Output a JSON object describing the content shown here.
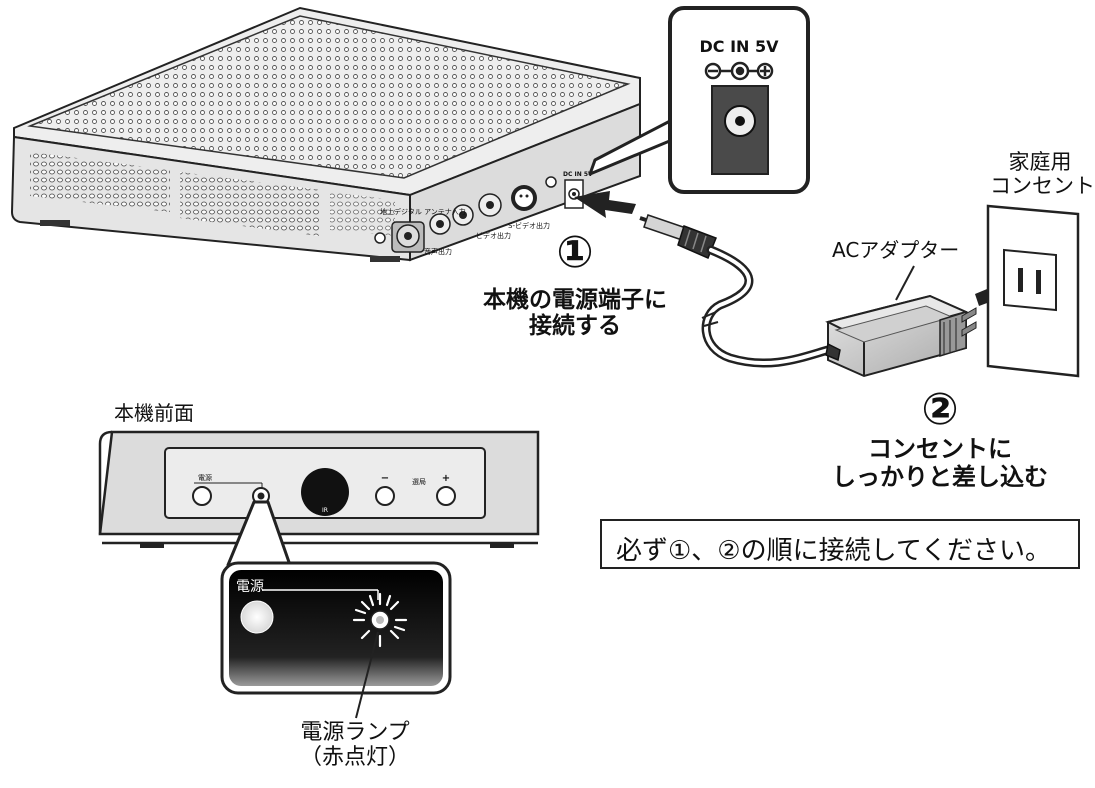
{
  "dc_jack_label": "DC IN 5V",
  "outlet_label": "家庭用\nコンセント",
  "adapter_label": "ACアダプター",
  "step1": {
    "number": "①",
    "text": "本機の電源端子に\n接続する"
  },
  "step2": {
    "number": "②",
    "text": "コンセントに\nしっかりと差し込む"
  },
  "front_panel_title": "本機前面",
  "front_panel_labels": {
    "power": "電源",
    "channel": "選局",
    "minus": "−",
    "plus": "+",
    "ir": "IR"
  },
  "zoom_power_label": "電源",
  "lamp_label": "電源ランプ\n（赤点灯）",
  "note": "必ず①、②の順に接続してください。",
  "rear_panel_labels": {
    "antenna": "地上デジタル\nアンテナ入力",
    "audio_out": "音声出力",
    "video_out": "ビデオ出力",
    "svideo_out": "S-ビデオ出力"
  }
}
